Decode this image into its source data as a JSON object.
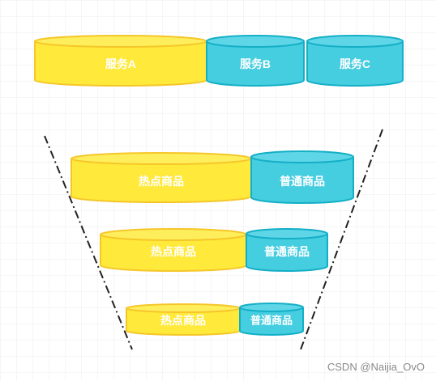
{
  "services": [
    {
      "label": "服务A",
      "color": "yellow"
    },
    {
      "label": "服务B",
      "color": "cyan"
    },
    {
      "label": "服务C",
      "color": "cyan"
    }
  ],
  "tiers": [
    {
      "hot_label": "热点商品",
      "normal_label": "普通商品"
    },
    {
      "hot_label": "热点商品",
      "normal_label": "普通商品"
    },
    {
      "hot_label": "热点商品",
      "normal_label": "普通商品"
    }
  ],
  "watermark": "CSDN @Naijia_OvO",
  "colors": {
    "yellow_fill": "#FFE93A",
    "yellow_top": "#FFEE5C",
    "yellow_stroke": "#F5C62A",
    "cyan_fill": "#45CDE0",
    "cyan_top": "#5ED6E8",
    "cyan_stroke": "#14AFC6",
    "grid": "#ececec",
    "dash_line": "#222222"
  }
}
